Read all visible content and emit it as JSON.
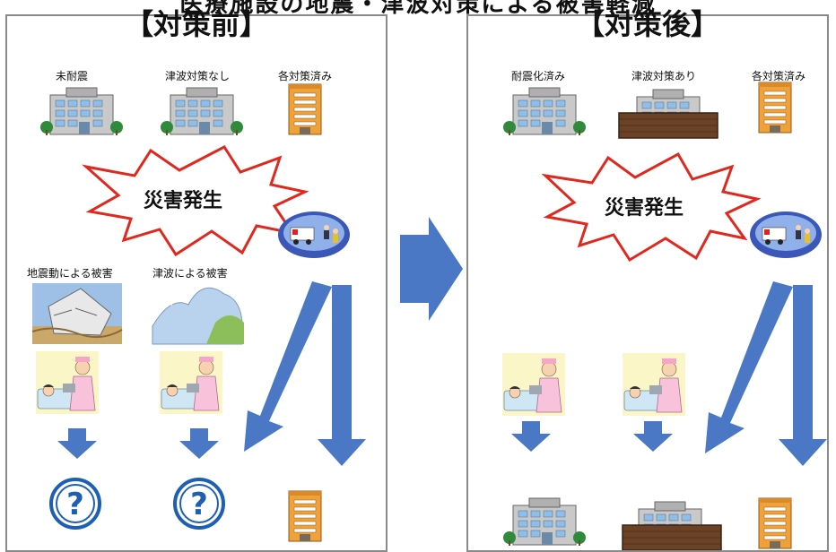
{
  "top_title_cut": "医療施設の地震・津波対策による被害軽減",
  "before": {
    "title": "【対策前】",
    "building_labels": [
      "未耐震",
      "津波対策なし",
      "各対策済み"
    ],
    "disaster": "災害発生",
    "damage_labels": [
      "地震動による被害",
      "津波による被害"
    ]
  },
  "after": {
    "title": "【対策後】",
    "building_labels": [
      "耐震化済み",
      "津波対策あり",
      "各対策済み"
    ],
    "disaster": "災害発生"
  },
  "colors": {
    "arrow": "#4a78c4",
    "burst_stroke": "#e0281e",
    "panel_border": "#8a8a8a"
  }
}
